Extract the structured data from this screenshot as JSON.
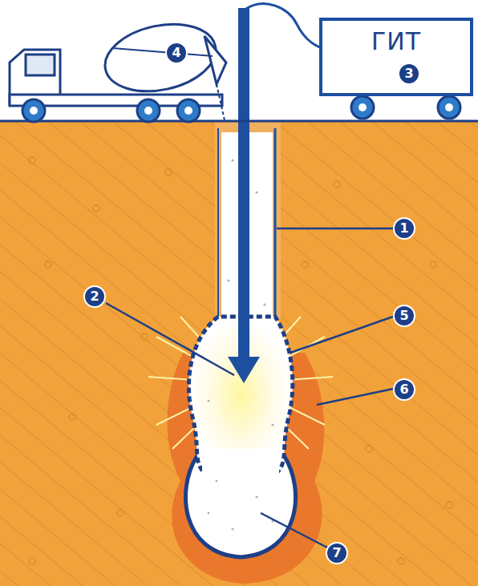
{
  "diagram": {
    "nodes": [
      {
        "text": [
          "ГИТ"
        ]
      }
    ],
    "labels": [
      "4",
      "3",
      "1",
      "2",
      "5",
      "6",
      "7"
    ]
  }
}
